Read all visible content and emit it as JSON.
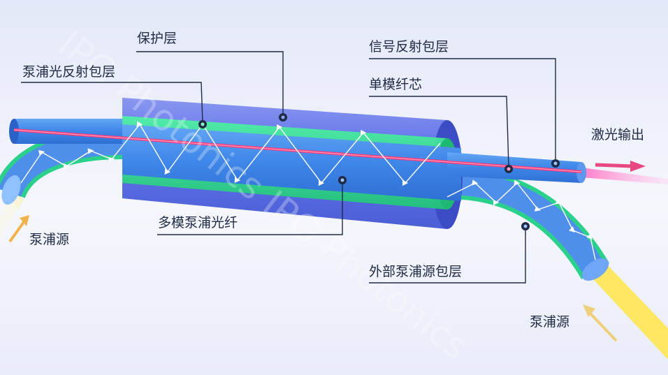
{
  "labels": {
    "protective_layer": "保护层",
    "pump_reflective_cladding": "泵浦光反射包层",
    "signal_reflective_cladding": "信号反射包层",
    "single_mode_core": "单模纤芯",
    "laser_output": "激光输出",
    "multimode_pump_fiber": "多模泵浦光纤",
    "external_pump_cladding": "外部泵浦源包层",
    "pump_source_left": "泵浦源",
    "pump_source_right": "泵浦源"
  },
  "watermark": "IPG Photonics  IPG Photonics",
  "colors": {
    "background": "#eef1fb",
    "outer_tube": "#5b6ee8",
    "green_cladding": "#2fd88a",
    "inner_fiber": "#3c82e6",
    "core": "#ff3a78",
    "pump_light": "#ffe35a",
    "laser_arrow": "#e8487f",
    "leader_line": "#1f2a44"
  }
}
